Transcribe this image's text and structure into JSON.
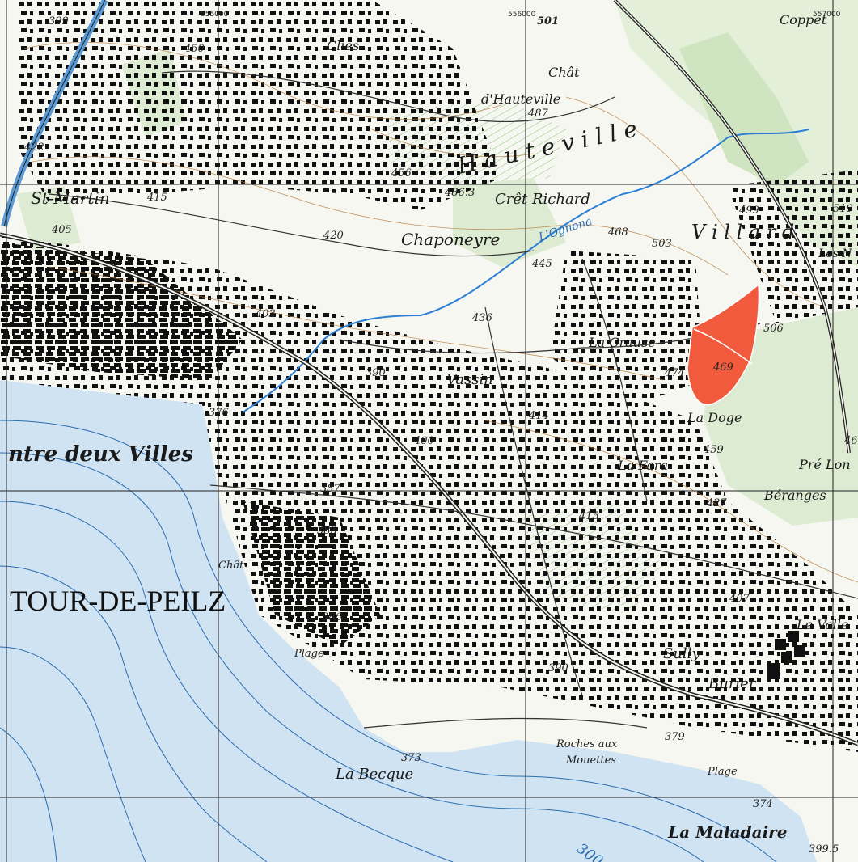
{
  "map": {
    "grid_coords": {
      "x1": "555000",
      "x2": "556000",
      "x3": "557000"
    },
    "colors": {
      "lake": "#cfe3f3",
      "land": "#f7f7f2",
      "forest": "#d9ead0",
      "building": "#111111",
      "contour": "#b07a3a",
      "grid": "#222222",
      "highlight": "#f15a3c",
      "river": "#2c7fd6",
      "lake_contour": "#2b6cb0"
    },
    "labels": {
      "town": "TOUR-DE-PEILZ",
      "entre_deux_villes": "ntre deux Villes",
      "hauteville": "H a u t e v i l l e",
      "villard": "V i l l a r d",
      "st_martin": "St-Martin",
      "chaponeyre": "Chaponeyre",
      "cret_richard": "Crêt Richard",
      "ognona": "L'Ognona",
      "chat_hauteville": "Chât",
      "d_hauteville": "d'Hauteville",
      "clies": "Clies",
      "coppet": "Coppet",
      "la_crause": "La Crause",
      "vassin": "Vassin",
      "la_doge": "La Doge",
      "la_fara": "La Fara",
      "pre_lon": "Pré Lon",
      "beranges": "Béranges",
      "le_valle": "Le Valle",
      "sully": "Sully",
      "burier": "Burier",
      "chat_lake": "Chât",
      "plage1": "Plage",
      "plage2": "Plage",
      "roches": "Roches aux",
      "mouettes": "Mouettes",
      "la_becque": "La Becque",
      "la_maladaire": "La Maladaire",
      "les_n": "Les N"
    },
    "elevations": {
      "e399": "399",
      "e450": "450",
      "e501": "501",
      "e487": "487",
      "e456": "456",
      "e486": "486.3",
      "e415a": "415",
      "e405": "405",
      "e420": "420",
      "e468": "468",
      "e503": "503",
      "e499": "499",
      "e519": "519",
      "e445": "445",
      "e403": "403",
      "e436": "436",
      "e506": "506",
      "e390a": "390",
      "e474": "474",
      "e469": "469",
      "e376": "376",
      "e414": "414",
      "e400": "400",
      "e459": "459",
      "e46": "46",
      "e387": "387",
      "e383": "383",
      "e415b": "415",
      "e427": "427",
      "e407": "407",
      "e386": "386",
      "e390b": "390",
      "e379": "379",
      "e373": "373",
      "e374": "374",
      "e399b": "399.5",
      "e300": "300",
      "e422": "422"
    }
  }
}
